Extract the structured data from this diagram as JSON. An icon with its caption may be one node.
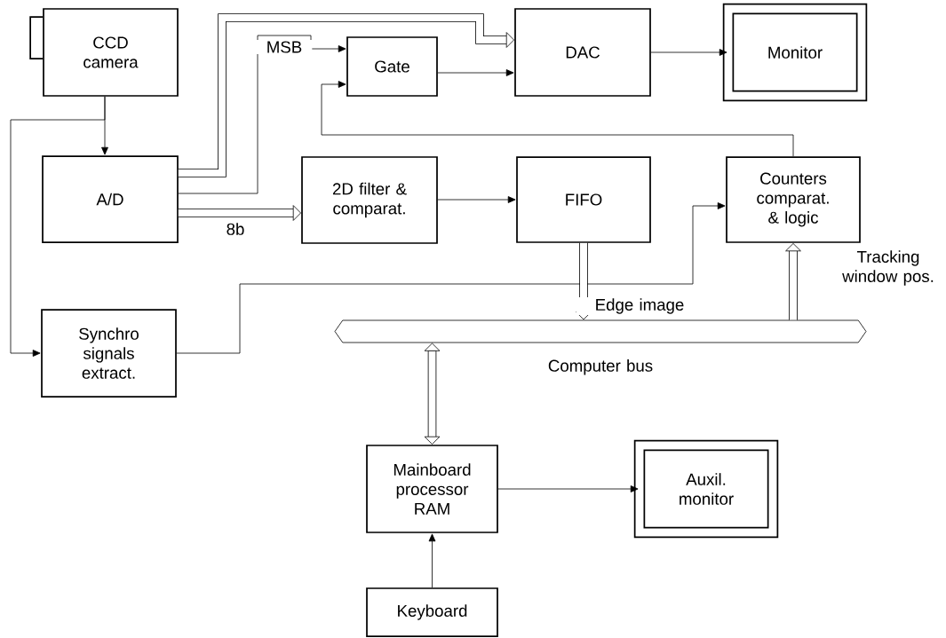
{
  "diagram": {
    "nodes": [
      {
        "text": [
          "CCD camera"
        ]
      },
      {
        "text": [
          "Gate"
        ]
      },
      {
        "text": [
          "DAC"
        ]
      },
      {
        "text": [
          "Monitor"
        ]
      },
      {
        "text": [
          "A/D"
        ]
      },
      {
        "text": [
          "2D filter & comparat."
        ]
      },
      {
        "text": [
          "FIFO"
        ]
      },
      {
        "text": [
          "Counters comparat. & logic"
        ]
      },
      {
        "text": [
          "Synchro signals extract."
        ]
      },
      {
        "text": [
          "Computer bus"
        ]
      },
      {
        "text": [
          "Mainboard processor RAM"
        ]
      },
      {
        "text": [
          "Auxil. monitor"
        ]
      },
      {
        "text": [
          "Keyboard"
        ]
      }
    ],
    "edges": [
      {
        "from": 0,
        "to": 4,
        "arrow": "to"
      },
      {
        "from": 0,
        "to": 8,
        "arrow": "to"
      },
      {
        "from": 4,
        "to": 2,
        "arrow": "to",
        "style": "thick"
      },
      {
        "from": 4,
        "to": 5,
        "arrow": "to",
        "style": "thick",
        "label": "8b"
      },
      {
        "from": 4,
        "to": 1,
        "arrow": "to",
        "label": "MSB"
      },
      {
        "from": 1,
        "to": 2,
        "arrow": "to"
      },
      {
        "from": 2,
        "to": 3,
        "arrow": "to"
      },
      {
        "from": 7,
        "to": 1,
        "arrow": "to"
      },
      {
        "from": 5,
        "to": 6,
        "arrow": "to"
      },
      {
        "from": 8,
        "to": 7,
        "arrow": "to"
      },
      {
        "from": 6,
        "to": 9,
        "arrow": "to",
        "style": "thick",
        "label": "Edge image"
      },
      {
        "from": 9,
        "to": 7,
        "arrow": "to",
        "style": "thick",
        "label": "Tracking window pos."
      },
      {
        "from": 10,
        "to": 9,
        "arrow": "both",
        "style": "thick"
      },
      {
        "from": 10,
        "to": 11,
        "arrow": "to"
      },
      {
        "from": 12,
        "to": 10,
        "arrow": "to"
      }
    ]
  }
}
